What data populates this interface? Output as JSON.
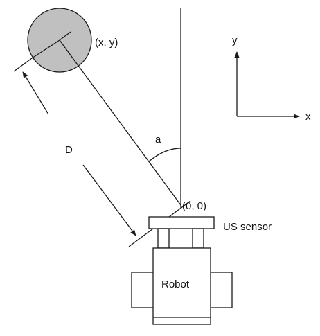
{
  "labels": {
    "target_point": "(x, y)",
    "origin": "(0, 0)",
    "distance": "D",
    "angle": "a",
    "sensor": "US sensor",
    "robot": "Robot",
    "axis_x": "x",
    "axis_y": "y"
  },
  "colors": {
    "target_fill": "#c0c0c0",
    "stroke": "#1a1a1a"
  },
  "icons": {
    "arrow": "arrowhead"
  }
}
